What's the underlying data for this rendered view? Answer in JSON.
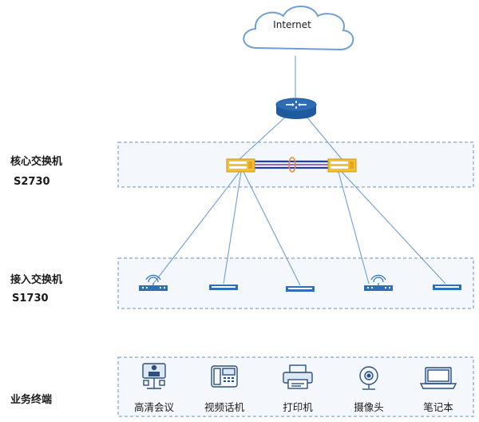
{
  "internet": {
    "label": "Internet"
  },
  "tiers": {
    "core": {
      "title": "核心交换机",
      "model": "S2730"
    },
    "access": {
      "title": "接入交换机",
      "model": "S1730"
    },
    "terminals": {
      "title": "业务终端"
    }
  },
  "terminals": [
    {
      "label": "高清会议",
      "icon": "video-conference-icon"
    },
    {
      "label": "视频话机",
      "icon": "video-phone-icon"
    },
    {
      "label": "打印机",
      "icon": "printer-icon"
    },
    {
      "label": "摄像头",
      "icon": "webcam-icon"
    },
    {
      "label": "笔记本",
      "icon": "laptop-icon"
    }
  ],
  "colors": {
    "link": "#6f9ed6",
    "zone_border": "#6a8fc4",
    "zone_fill": "#f4f8fc",
    "core_switch": "#f2c230",
    "stack_link_blue": "#1c3fae",
    "stack_link_purple": "#7a3bb0",
    "stack_ring": "#e58a3c",
    "router": "#2c6db5",
    "access_switch": "#2f6fb8",
    "icon_stroke": "#2b4f80"
  }
}
